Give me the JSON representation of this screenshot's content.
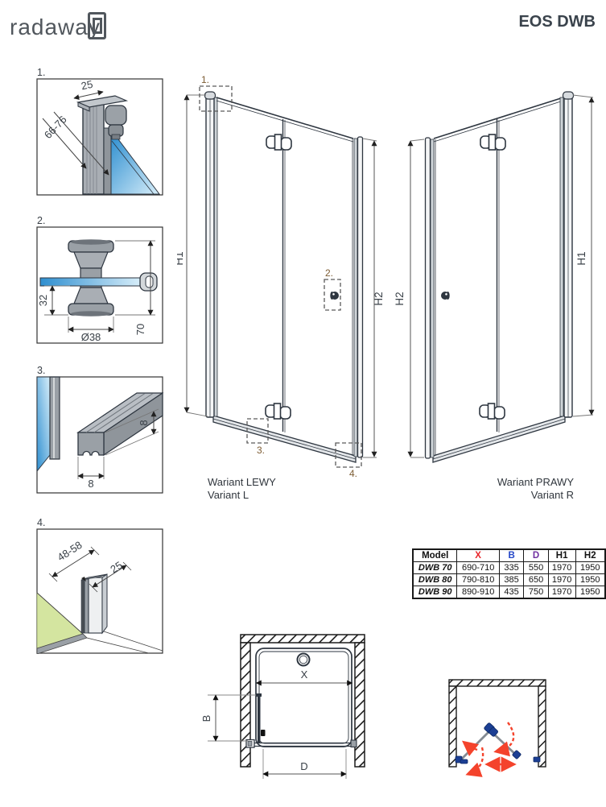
{
  "header": {
    "logo_text": "radaway",
    "title": "EOS DWB"
  },
  "details": {
    "d1": {
      "label": "1.",
      "dim_width": "25",
      "dim_depth": "66-76"
    },
    "d2": {
      "label": "2.",
      "dim_offset": "32",
      "dim_diameter": "Ø38",
      "dim_height": "70"
    },
    "d3": {
      "label": "3.",
      "dim_thickness": "8",
      "dim_width": "8"
    },
    "d4": {
      "label": "4.",
      "dim_adjust": "48-58",
      "dim_depth": "25"
    }
  },
  "variants": {
    "left": {
      "caption_pl": "Wariant LEWY",
      "caption_en": "Variant L",
      "dim_h1": "H1",
      "dim_h2": "H2",
      "marker1": "1.",
      "marker2": "2.",
      "marker3": "3.",
      "marker4": "4."
    },
    "right": {
      "caption_pl": "Wariant PRAWY",
      "caption_en": "Variant R",
      "dim_h1": "H1",
      "dim_h2": "H2"
    }
  },
  "spec_table": {
    "col_model": "Model",
    "col_x": "X",
    "col_b": "B",
    "col_d": "D",
    "col_h1": "H1",
    "col_h2": "H2",
    "rows": [
      {
        "model": "DWB 70",
        "x": "690-710",
        "b": "335",
        "d": "550",
        "h1": "1970",
        "h2": "1950"
      },
      {
        "model": "DWB 80",
        "x": "790-810",
        "b": "385",
        "d": "650",
        "h1": "1970",
        "h2": "1950"
      },
      {
        "model": "DWB 90",
        "x": "890-910",
        "b": "435",
        "d": "750",
        "h1": "1970",
        "h2": "1950"
      }
    ]
  },
  "plan_view": {
    "dim_x": "X",
    "dim_b": "B",
    "dim_d": "D"
  },
  "colors": {
    "accent_red": "#e8262a",
    "accent_blue": "#2446c7",
    "accent_purple": "#7030a0",
    "glass_blue": "#2f8fd0",
    "glass_light": "#d6edf9",
    "floor_green": "#d4e5a0",
    "profile_gray": "#9aa0a6",
    "outline_dark": "#2e3640",
    "marker_brown": "#7d5c33",
    "swing_red": "#f4432c"
  }
}
